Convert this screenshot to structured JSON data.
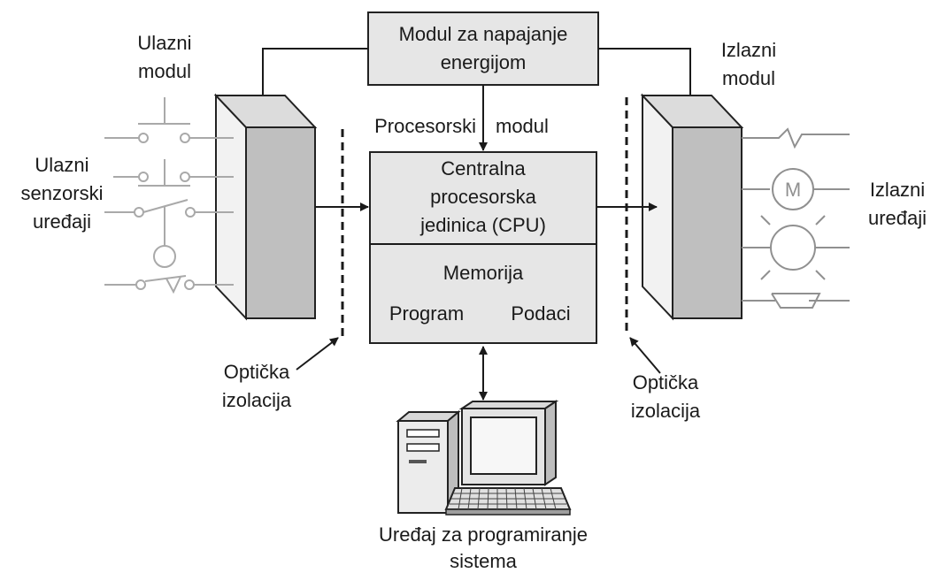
{
  "power_module": {
    "line1": "Modul za napajanje",
    "line2": "energijom"
  },
  "input_module": {
    "line1": "Ulazni",
    "line2": "modul"
  },
  "output_module": {
    "line1": "Izlazni",
    "line2": "modul"
  },
  "processor_module_label": {
    "part1": "Procesorski",
    "part2": "modul"
  },
  "cpu": {
    "line1": "Centralna",
    "line2": "procesorska",
    "line3": "jedinica (CPU)"
  },
  "memory": {
    "title": "Memorija",
    "program": "Program",
    "data": "Podaci"
  },
  "input_devices": {
    "line1": "Ulazni",
    "line2": "senzorski",
    "line3": "uređaji"
  },
  "output_devices": {
    "line1": "Izlazni",
    "line2": "uređaji",
    "motor_symbol": "M"
  },
  "optical_isolation_left": {
    "line1": "Optička",
    "line2": "izolacija"
  },
  "optical_isolation_right": {
    "line1": "Optička",
    "line2": "izolacija"
  },
  "programming_device": {
    "line1": "Uređaj za programiranje",
    "line2": "sistema"
  },
  "colors": {
    "box_fill": "#e6e6e6",
    "module_front": "#bfbfbf",
    "module_side": "#f2f2f2",
    "module_top": "#dcdcdc",
    "sensor_gray": "#a9a9a9",
    "line": "#1a1a1a"
  },
  "icons": [
    "pushbutton-no-icon",
    "pushbutton-nc-icon",
    "switch-icon",
    "limit-switch-icon",
    "heater-icon",
    "motor-icon",
    "lamp-icon",
    "horn-icon",
    "computer-tower-icon",
    "monitor-icon",
    "keyboard-icon"
  ]
}
